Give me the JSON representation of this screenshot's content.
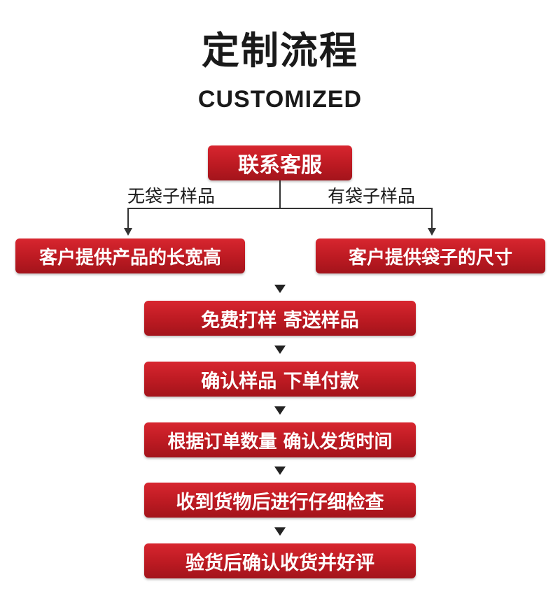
{
  "header": {
    "title": "定制流程",
    "subtitle": "CUSTOMIZED"
  },
  "flow": {
    "start": "联系客服",
    "branch_left_label": "无袋子样品",
    "branch_right_label": "有袋子样品",
    "left_step": "客户提供产品的长宽高",
    "right_step": "客户提供袋子的尺寸",
    "steps": [
      "免费打样 寄送样品",
      "确认样品 下单付款",
      "根据订单数量 确认发货时间",
      "收到货物后进行仔细检查",
      "验货后确认收货并好评"
    ]
  },
  "colors": {
    "box_red": "#c21d25",
    "text_dark": "#1a1a1a"
  }
}
